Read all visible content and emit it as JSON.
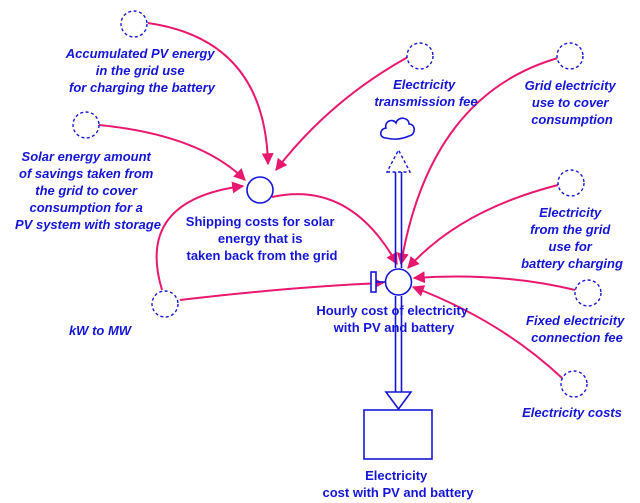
{
  "colors": {
    "node": "#1515d6",
    "link": "#e8186e",
    "background": "#ffffff"
  },
  "labels": {
    "acc_pv": [
      "Accumulated PV energy",
      "in the grid use",
      "for charging the battery"
    ],
    "solar_savings": [
      "Solar energy amount",
      "of savings taken from",
      "the grid to cover",
      "consumption for a",
      "PV system with storage"
    ],
    "trans_fee": [
      "Electricity",
      "transmission fee"
    ],
    "grid_use": [
      "Grid electricity",
      "use to cover",
      "consumption"
    ],
    "elec_battery": [
      "Electricity",
      "from the grid",
      "use for",
      "battery charging"
    ],
    "shipping": [
      "Shipping costs for solar",
      "energy that is",
      "taken back from the grid"
    ],
    "kw_mw": [
      "kW to MW"
    ],
    "hourly": [
      "Hourly cost of electricity",
      "with PV and battery"
    ],
    "fixed_fee": [
      "Fixed electricity",
      "connection fee"
    ],
    "elec_costs": [
      "Electricity costs"
    ],
    "stock": [
      "Electricity",
      "cost with PV and battery"
    ]
  },
  "icons": {
    "source": "cloud-icon",
    "valve": "valve-icon"
  }
}
